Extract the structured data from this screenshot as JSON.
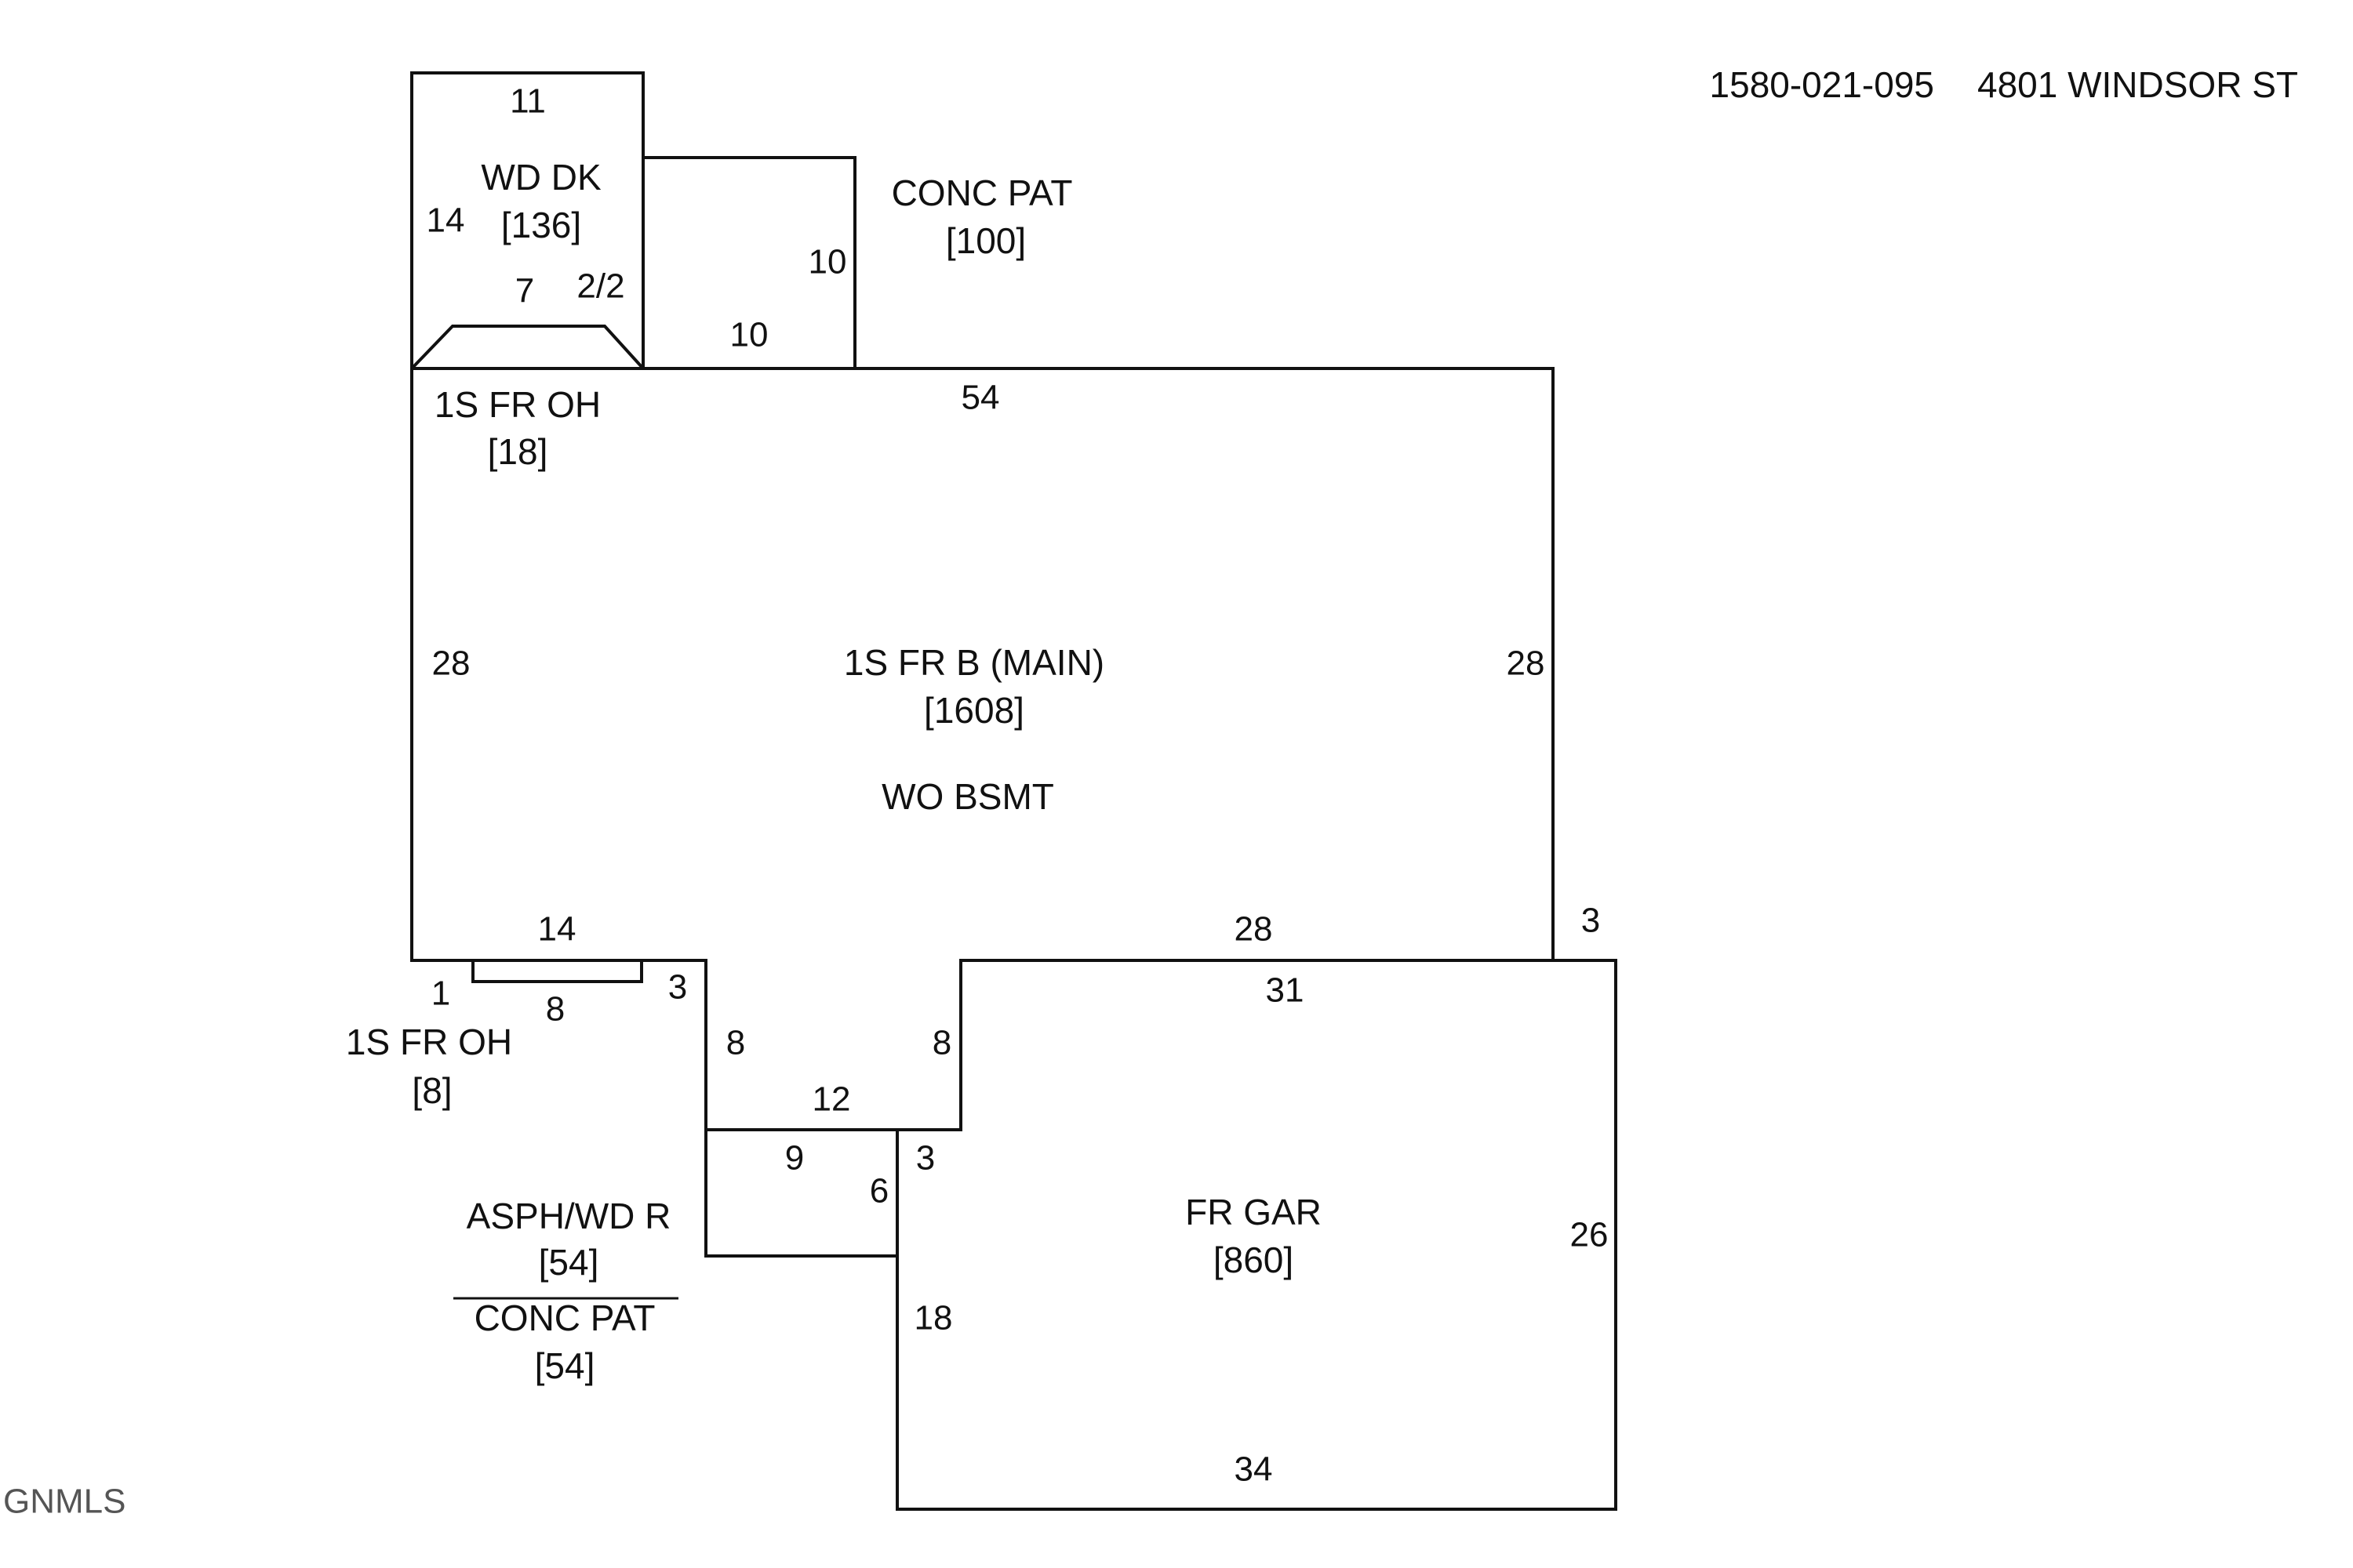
{
  "header": {
    "parcel_id": "1580-021-095",
    "address": "4801 WINDSOR ST"
  },
  "watermark": "GNMLS",
  "areas": {
    "wood_deck": {
      "label": "WD DK",
      "size": "[136]"
    },
    "conc_patio_top": {
      "label": "CONC PAT",
      "size": "[100]"
    },
    "overhang_top": {
      "label": "1S FR OH",
      "size": "[18]"
    },
    "main": {
      "label": "1S FR B (MAIN)",
      "size": "[1608]",
      "note": "WO BSMT"
    },
    "overhang_bottom": {
      "label": "1S FR OH",
      "size": "[8]"
    },
    "asph_wd_r": {
      "label": "ASPH/WD R",
      "size": "[54]"
    },
    "conc_patio_bottom": {
      "label": "CONC PAT",
      "size": "[54]"
    },
    "garage": {
      "label": "FR GAR",
      "size": "[860]"
    }
  },
  "dimensions": {
    "deck_top": "11",
    "deck_left": "14",
    "deck_stair": "7",
    "deck_stair_side": "2/2",
    "patio_right": "10",
    "patio_bottom": "10",
    "main_top": "54",
    "main_left": "28",
    "main_right": "28",
    "main_bottom_left": "14",
    "oh_left": "1",
    "oh_bottom": "8",
    "step_3": "3",
    "jog_left": "8",
    "jog_top": "12",
    "jog_right": "8",
    "main_bottom_right": "28",
    "garage_step": "3",
    "garage_top": "31",
    "garage_right": "26",
    "garage_bottom": "34",
    "garage_left": "18",
    "small_step": "3",
    "porch_bottom": "9",
    "porch_right": "6"
  }
}
